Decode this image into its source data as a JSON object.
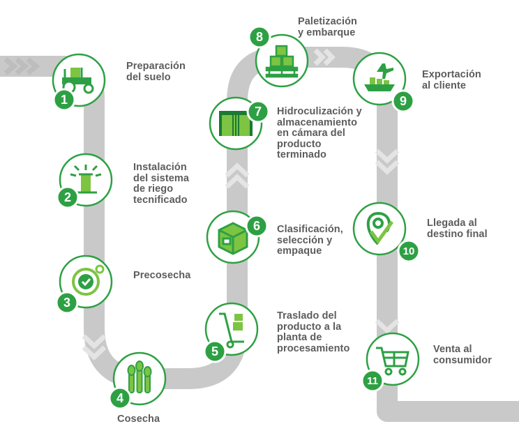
{
  "colors": {
    "path_gray": "#c9c9c9",
    "chevron_gray": "#bdbdbd",
    "chevron_light": "#e4e4e4",
    "green": "#2ea044",
    "green_light": "#7cc442",
    "dark_green": "#1a7a32",
    "text": "#5c5c5c"
  },
  "steps": [
    {
      "number": "1",
      "label": "Preparación\ndel suelo",
      "icon": "tractor-icon"
    },
    {
      "number": "2",
      "label": "Instalación\ndel sistema\nde riego\ntecnificado",
      "icon": "sprinkler-icon"
    },
    {
      "number": "3",
      "label": "Precosecha",
      "icon": "gear-check-icon"
    },
    {
      "number": "4",
      "label": "Cosecha",
      "icon": "asparagus-icon"
    },
    {
      "number": "5",
      "label": "Traslado del\nproducto a la\nplanta de\nprocesamiento",
      "icon": "hand-truck-icon"
    },
    {
      "number": "6",
      "label": "Clasificación,\nselección y\nempaque",
      "icon": "box-icon"
    },
    {
      "number": "7",
      "label": "Hidroculización y\nalmacenamiento\nen cámara del\nproducto\nterminado",
      "icon": "cold-storage-icon"
    },
    {
      "number": "8",
      "label": "Paletización\ny embarque",
      "icon": "pallet-icon"
    },
    {
      "number": "9",
      "label": "Exportación\nal cliente",
      "icon": "plane-ship-icon"
    },
    {
      "number": "10",
      "label": "Llegada al\ndestino final",
      "icon": "location-check-icon"
    },
    {
      "number": "11",
      "label": "Venta al\nconsumidor",
      "icon": "shopping-cart-icon"
    }
  ]
}
